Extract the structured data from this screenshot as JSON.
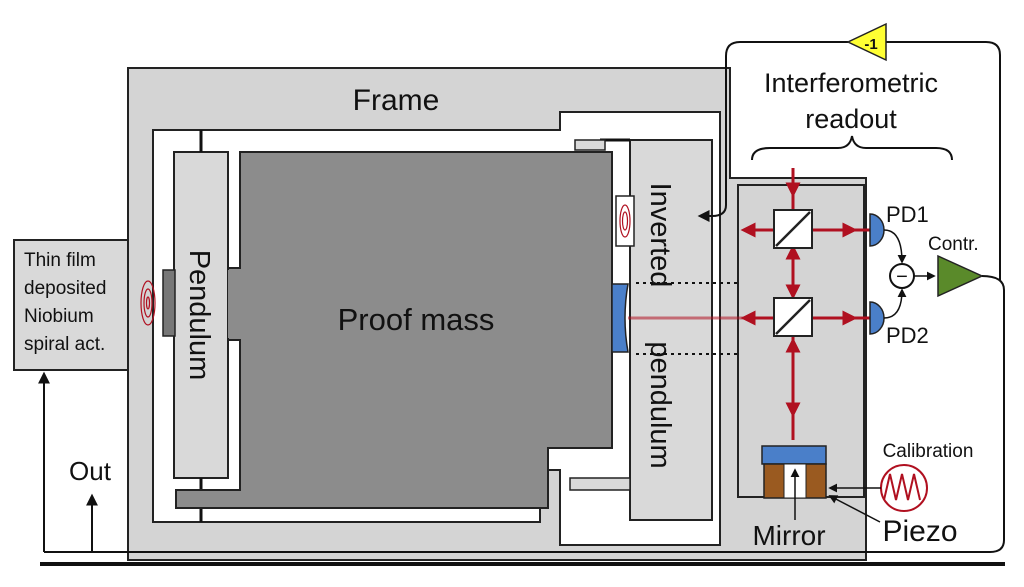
{
  "labels": {
    "frame": "Frame",
    "proof_mass": "Proof mass",
    "pendulum": "Pendulum",
    "inverted": "Inverted",
    "pendulum2": "pendulum",
    "interferometric": "Interferometric",
    "readout": "readout",
    "pd1": "PD1",
    "pd2": "PD2",
    "contr": "Contr.",
    "calibration": "Calibration",
    "mirror": "Mirror",
    "piezo": "Piezo",
    "out": "Out",
    "gain": "-1",
    "minus": "−",
    "thin_film_lines": [
      "Thin film",
      "deposited",
      "Niobium",
      "spiral act."
    ]
  },
  "colors": {
    "frame_fill": "#d4d4d4",
    "proof_mass_fill": "#8c8c8c",
    "laser": "#b01020",
    "photodiode": "#4a7fc9",
    "controller": "#5a8a2a",
    "gain_fill": "#ffff33",
    "piezo": "#9a5a20"
  }
}
